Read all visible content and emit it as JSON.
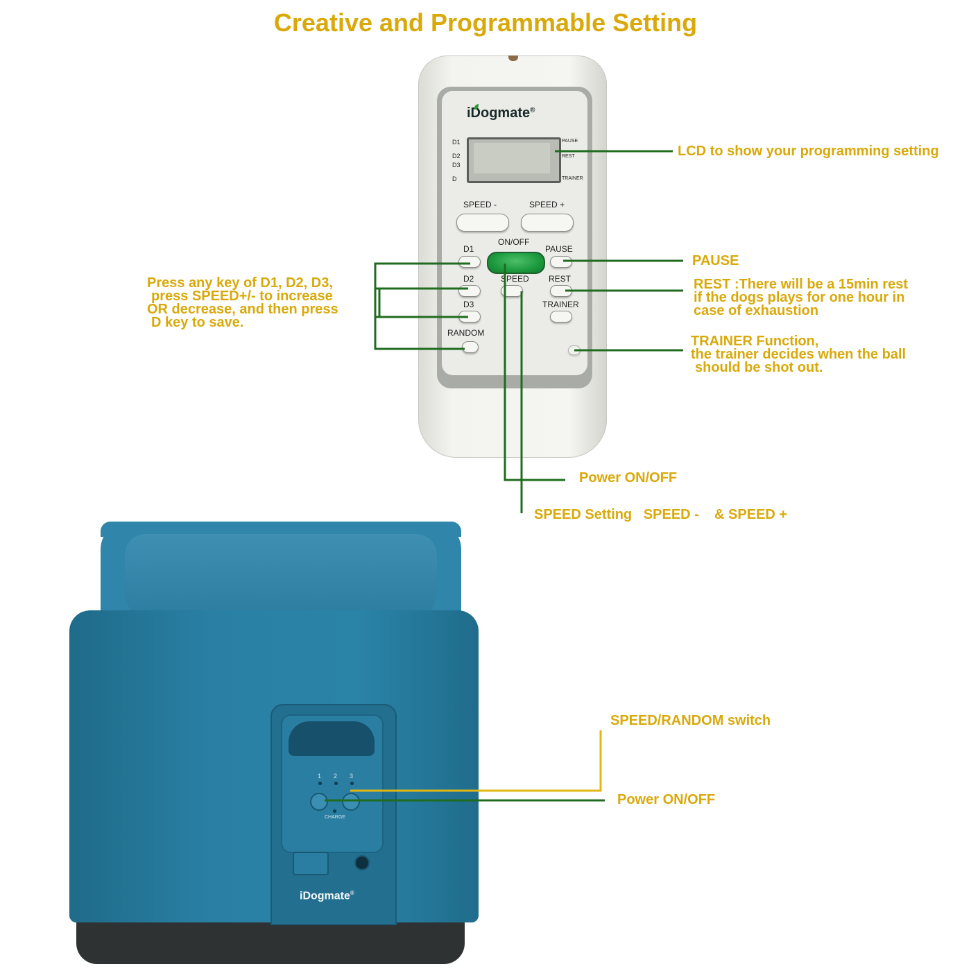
{
  "title": "Creative and Programmable Setting",
  "remote": {
    "brand": "iDogmate",
    "brand_mark": "®",
    "lcd_left_labels": [
      "D1",
      "D2",
      "D3",
      "D"
    ],
    "lcd_right_labels": [
      "PAUSE",
      "REST",
      "TRAINER"
    ],
    "buttons": {
      "speed_minus": "SPEED -",
      "speed_plus": "SPEED +",
      "d1": "D1",
      "onoff": "ON/OFF",
      "pause": "PAUSE",
      "d2": "D2",
      "speed": "SPEED",
      "rest": "REST",
      "d3": "D3",
      "trainer": "TRAINER",
      "random": "RANDOM"
    }
  },
  "callouts": {
    "lcd": "LCD to show your programming setting",
    "pause": "PAUSE",
    "rest": [
      "REST :There will be a 15min rest",
      "if the dogs plays for one hour in",
      "case of exhaustion"
    ],
    "trainer": [
      "TRAINER Function,",
      "the trainer decides when the ball",
      "should be shot out."
    ],
    "d_keys": [
      "Press any key of D1, D2, D3,",
      "press SPEED+/- to increase",
      "OR decrease, and then press",
      "D key to save."
    ],
    "power_remote": "Power ON/OFF",
    "speed_setting": "SPEED Setting   SPEED -    & SPEED +",
    "speed_random_switch": "SPEED/RANDOM switch",
    "power_device": "Power ON/OFF"
  },
  "device": {
    "brand": "iDogmate",
    "brand_mark": "®",
    "indicator_labels": [
      "1",
      "2",
      "3"
    ],
    "charge_label": "CHARGE"
  },
  "colors": {
    "callout_text": "#d9a90a",
    "remote_leader": "#1f6b1f",
    "device_leader_switch": "#e2b714",
    "device_leader_power": "#1f6b1f",
    "device_body": "#2980a4",
    "onoff_button": "#1c9a3e"
  }
}
